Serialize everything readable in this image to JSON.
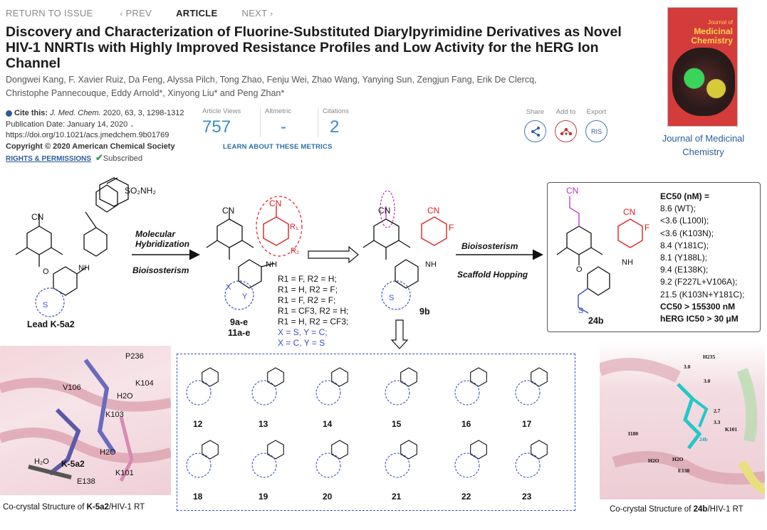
{
  "nav": {
    "return": "RETURN TO ISSUE",
    "prev": "PREV",
    "article": "ARTICLE",
    "next": "NEXT"
  },
  "title": "Discovery and Characterization of Fluorine-Substituted Diarylpyrimidine Derivatives as Novel HIV-1 NNRTIs with Highly Improved Resistance Profiles and Low Activity for the hERG Ion Channel",
  "authors": {
    "line1": "Dongwei Kang, F. Xavier Ruiz, Da Feng, Alyssa Pilch, Tong Zhao, Fenju Wei, Zhao Wang, Yanying Sun, Zengjun Fang, Erik De Clercq,",
    "line2": "Christophe Pannecouque, Eddy Arnold*, Xinyong Liu* and Peng Zhan*"
  },
  "cite": {
    "label": "Cite this:",
    "journal": "J. Med. Chem.",
    "ref": "2020, 63, 3, 1298-1312",
    "pub_date": "Publication Date: January 14, 2020",
    "doi": "https://doi.org/10.1021/acs.jmedchem.9b01769",
    "copyright": "Copyright © 2020 American Chemical Society",
    "rights": "RIGHTS & PERMISSIONS",
    "subscribed": "Subscribed"
  },
  "metrics": {
    "views_label": "Article Views",
    "views": "757",
    "altmetric_label": "Altmetric",
    "altmetric": "-",
    "citations_label": "Citations",
    "citations": "2",
    "learn": "LEARN ABOUT THESE METRICS"
  },
  "actions": {
    "share": "Share",
    "add_to": "Add to",
    "export": "Export",
    "ris": "RIS"
  },
  "journal": {
    "cover_top": "Journal of",
    "cover_name": "Medicinal Chemistry",
    "link_line1": "Journal of Medicinal",
    "link_line2": "Chemistry"
  },
  "abstract": {
    "lead": "Lead K-5a2",
    "hybrid1": "Molecular",
    "hybrid2": "Hybridization",
    "bioiso1": "Bioisosterism",
    "comp_9": "9a-e",
    "comp_11": "11a-e",
    "r_list": [
      "R1 = F, R2 = H;",
      "R1 = H, R2 = F;",
      "R1 = F, R2 = F;",
      "R1 = CF3, R2 = H;",
      "R1 = H, R2 = CF3;"
    ],
    "x_list": [
      "X = S, Y = C;",
      "X = C, Y = S"
    ],
    "comp_9b": "9b",
    "bioiso2": "Bioisosterism",
    "scaffold": "Scaffold Hopping",
    "comp_24b": "24b",
    "activity": [
      "EC50 (nM) =",
      "8.6 (WT);",
      "<3.6 (L100I);",
      "<3.6 (K103N);",
      "8.4 (Y181C);",
      "8.1 (Y188L);",
      "9.4 (E138K);",
      "9.2 (F227L+V106A);",
      "21.5 (K103N+Y181C);",
      "CC50 > 155300 nM",
      "hERG IC50 > 30 μM"
    ],
    "panel_labels": [
      "12",
      "13",
      "14",
      "15",
      "16",
      "17",
      "18",
      "19",
      "20",
      "21",
      "22",
      "23"
    ],
    "residues_left": [
      "P236",
      "K104",
      "V106",
      "H2O",
      "K103",
      "H2O",
      "K-5a2",
      "K101",
      "E138"
    ],
    "residues_right": [
      "H235",
      "3.0",
      "3.0",
      "2.7",
      "3.3",
      "K101",
      "I180",
      "H2O",
      "H2O",
      "E138",
      "24b"
    ],
    "caption_left_a": "Co-crystal Structure of",
    "caption_left_b": "K-5a2",
    "caption_left_c": "/HIV-1 RT",
    "caption_right_a": "Co-crystal Structure of",
    "caption_right_b": "24b",
    "caption_right_c": "/HIV-1 RT"
  }
}
